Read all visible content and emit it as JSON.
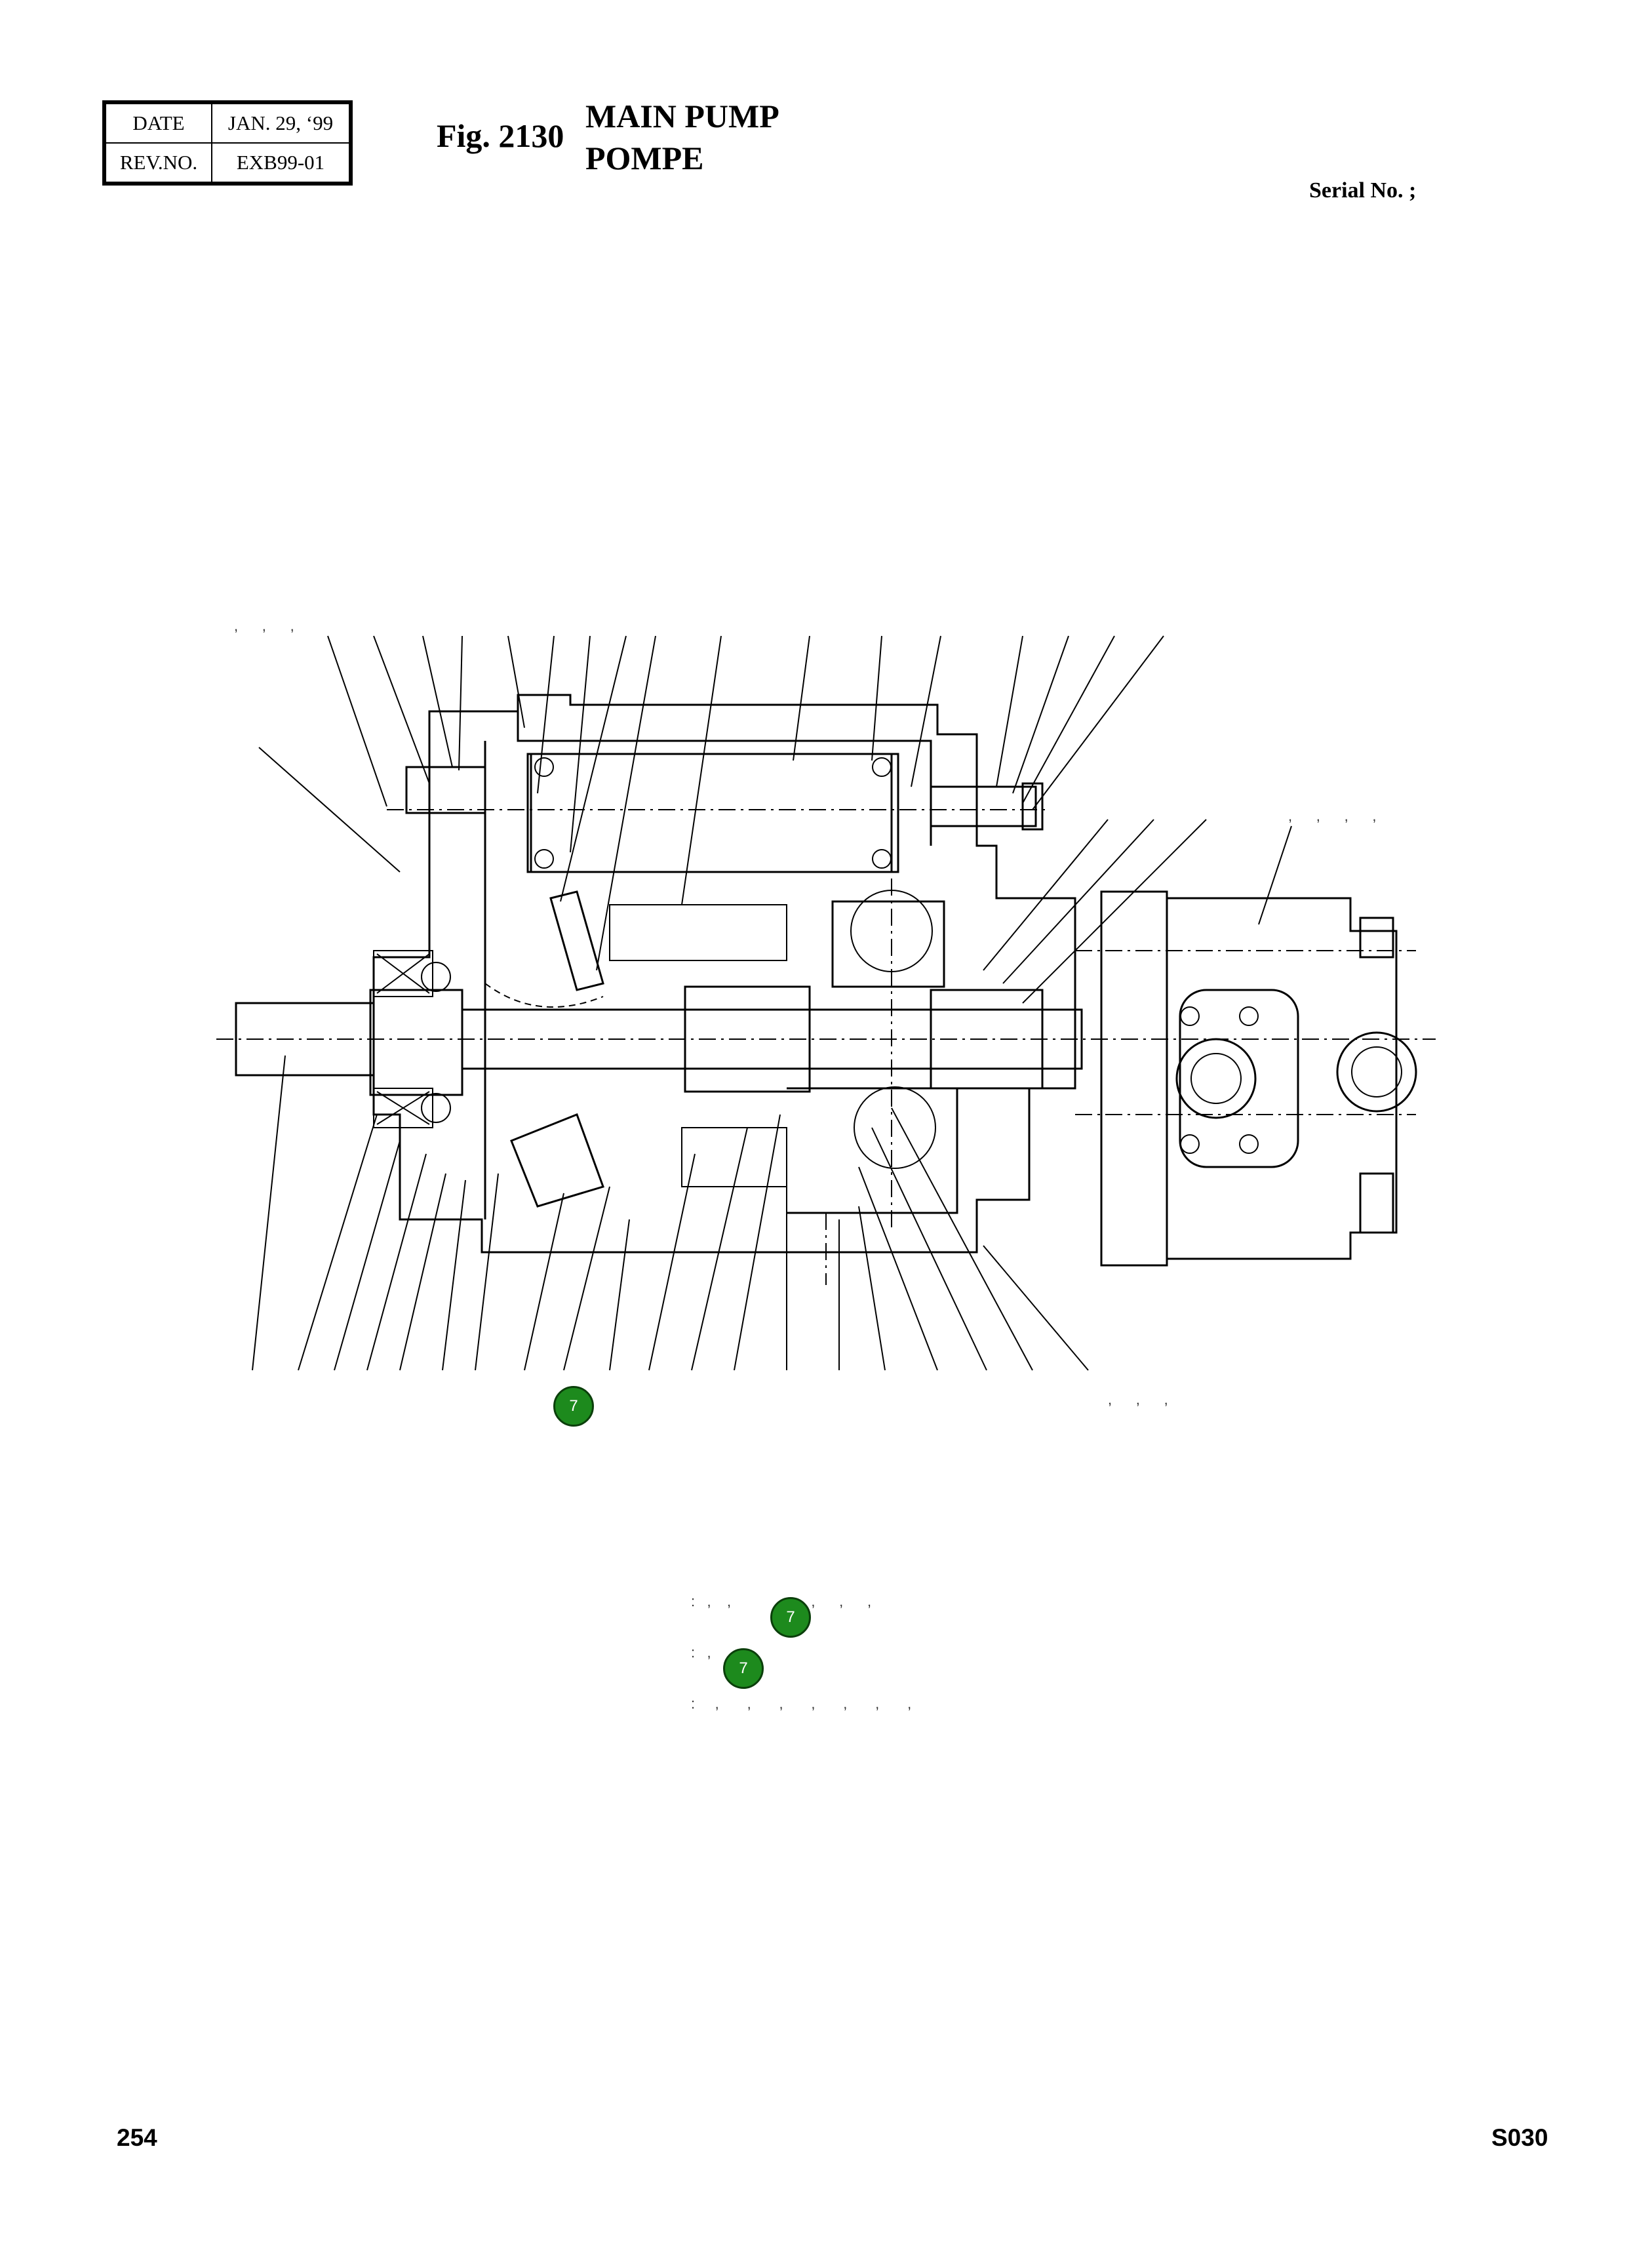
{
  "header": {
    "date_label": "DATE",
    "date_value": "JAN. 29, ‘99",
    "rev_label": "REV.NO.",
    "rev_value": "EXB99-01",
    "fig_label": "Fig. 2130",
    "title_en": "MAIN PUMP",
    "title_fr": "POMPE",
    "serial_label": "Serial No. ;"
  },
  "markers": {
    "badge_figure": "7",
    "badge_note_1": "7",
    "badge_note_2": "7"
  },
  "footer": {
    "page_number": "254",
    "doc_code": "S030"
  }
}
